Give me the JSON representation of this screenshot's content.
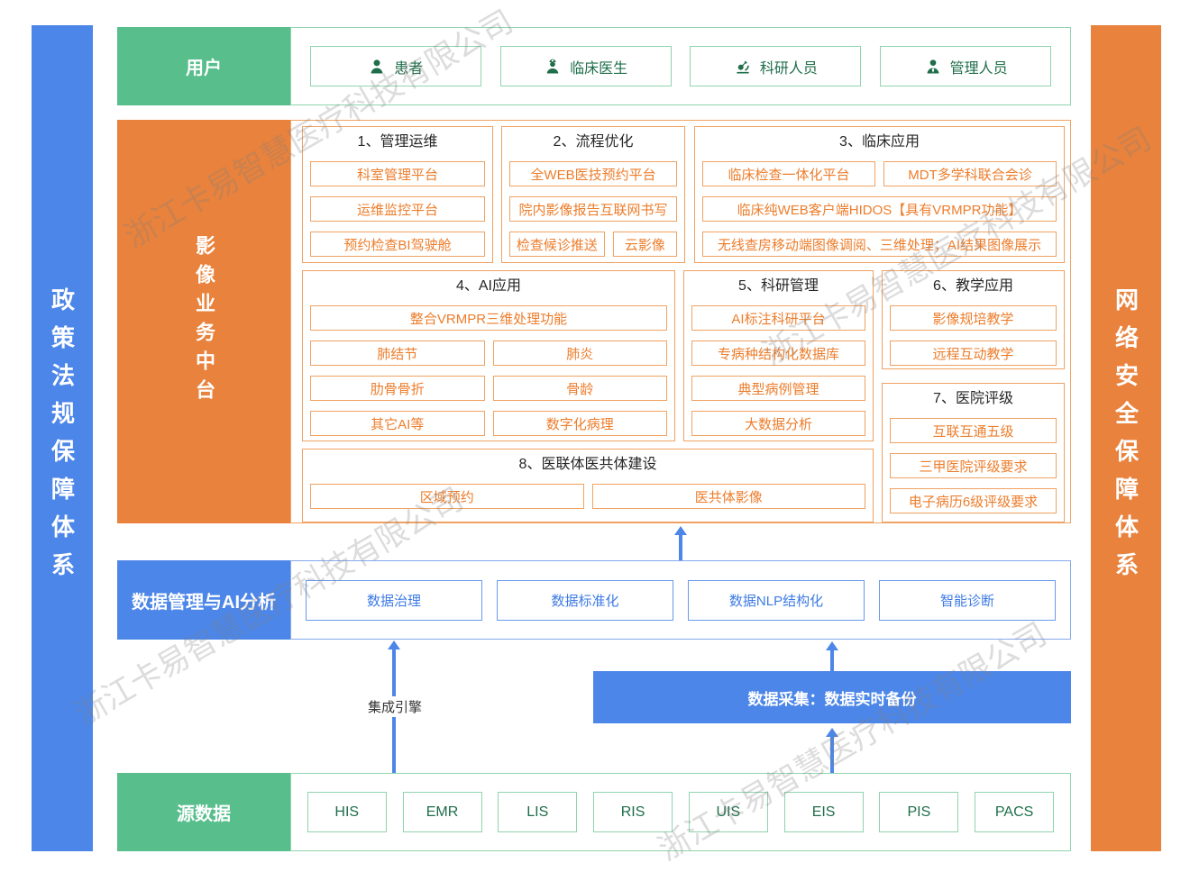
{
  "watermark": {
    "text": "浙江卡易智慧医疗科技有限公司"
  },
  "side_bars": {
    "left": "政策法规保障体系",
    "right": "网络安全保障体系"
  },
  "colors": {
    "green": "#57BE8C",
    "orange": "#E8823C",
    "blue": "#4C86E8"
  },
  "users_row": {
    "label": "用户",
    "items": [
      {
        "icon": "patient-icon",
        "label": "患者"
      },
      {
        "icon": "doctor-icon",
        "label": "临床医生"
      },
      {
        "icon": "researcher-icon",
        "label": "科研人员"
      },
      {
        "icon": "manager-icon",
        "label": "管理人员"
      }
    ]
  },
  "imaging": {
    "label": "影像业务中台",
    "groups": {
      "g1": {
        "title": "1、管理运维",
        "items": [
          "科室管理平台",
          "运维监控平台",
          "预约检查BI驾驶舱"
        ]
      },
      "g2": {
        "title": "2、流程优化",
        "items": [
          "全WEB医技预约平台",
          "院内影像报告互联网书写",
          "检查候诊推送",
          "云影像"
        ]
      },
      "g3": {
        "title": "3、临床应用",
        "items": [
          "临床检查一体化平台",
          "MDT多学科联合会诊",
          "临床纯WEB客户端HIDOS【具有VRMPR功能】",
          "无线查房移动端图像调阅、三维处理；AI结果图像展示"
        ]
      },
      "g4": {
        "title": "4、AI应用",
        "items": [
          "整合VRMPR三维处理功能",
          "肺结节",
          "肺炎",
          "肋骨骨折",
          "骨龄",
          "其它AI等",
          "数字化病理"
        ]
      },
      "g5": {
        "title": "5、科研管理",
        "items": [
          "AI标注科研平台",
          "专病种结构化数据库",
          "典型病例管理",
          "大数据分析"
        ]
      },
      "g6": {
        "title": "6、教学应用",
        "items": [
          "影像规培教学",
          "远程互动教学"
        ]
      },
      "g7": {
        "title": "7、医院评级",
        "items": [
          "互联互通五级",
          "三甲医院评级要求",
          "电子病历6级评级要求"
        ]
      },
      "g8": {
        "title": "8、医联体医共体建设",
        "items": [
          "区域预约",
          "医共体影像"
        ]
      }
    }
  },
  "data_mgmt_row": {
    "label": "数据管理与AI分析",
    "items": [
      "数据治理",
      "数据标准化",
      "数据NLP结构化",
      "智能诊断"
    ]
  },
  "integration": {
    "engine_label": "集成引擎",
    "collection_label": "数据采集：数据实时备份"
  },
  "source_row": {
    "label": "源数据",
    "items": [
      "HIS",
      "EMR",
      "LIS",
      "RIS",
      "UIS",
      "EIS",
      "PIS",
      "PACS"
    ]
  }
}
